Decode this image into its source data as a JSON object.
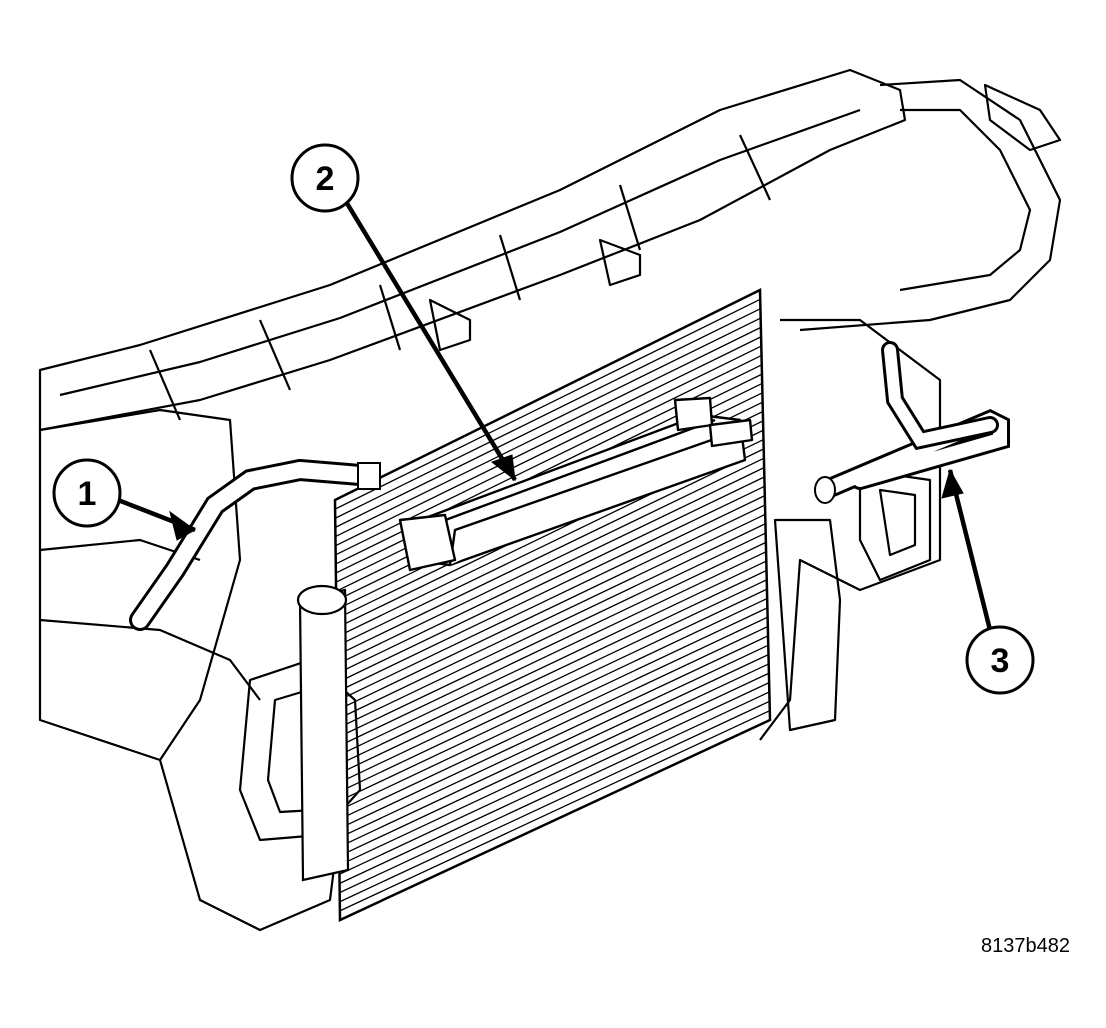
{
  "callouts": [
    {
      "id": "1",
      "label": "1"
    },
    {
      "id": "2",
      "label": "2"
    },
    {
      "id": "3",
      "label": "3"
    }
  ],
  "figure_id": "8137b482",
  "colors": {
    "ink": "#000000",
    "paper": "#ffffff"
  }
}
